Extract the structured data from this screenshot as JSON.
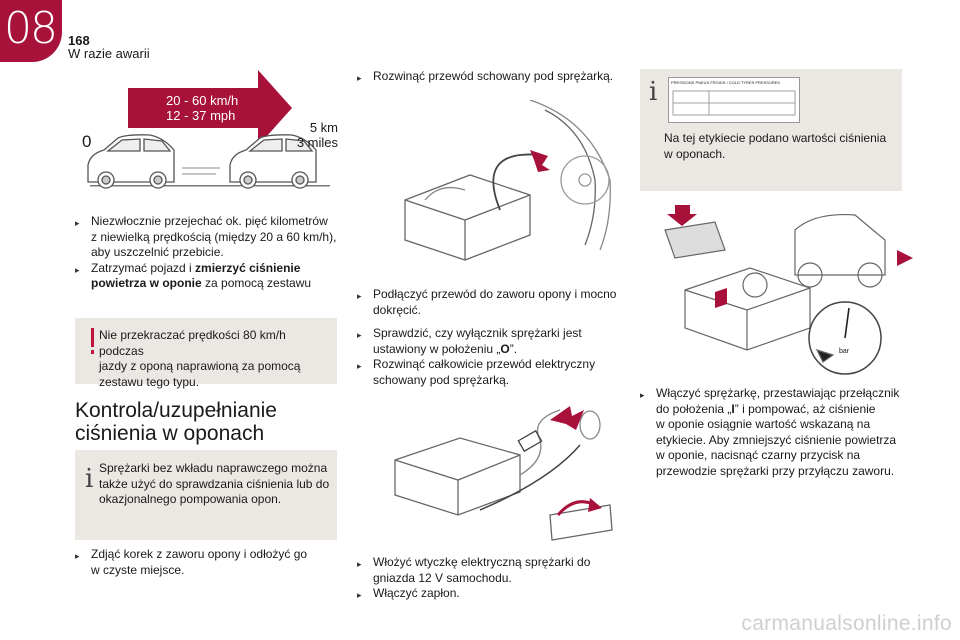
{
  "header": {
    "chapter": "08",
    "page_number": "168",
    "section": "W razie awarii"
  },
  "speed_panel": {
    "speed_kmh": "20 - 60 km/h",
    "speed_mph": "12 - 37 mph",
    "start": "0",
    "dist_km": "5 km",
    "dist_miles": "3 miles"
  },
  "col1": {
    "b1_a": "Niezwłocznie przejechać ok. pięć kilometrów",
    "b1_b": "z niewielką prędkością (między 20 a 60 km/h),",
    "b1_c": "aby uszczelnić przebicie.",
    "b2_a": "Zatrzymać pojazd i ",
    "b2_bold1": "zmierzyć ciśnienie",
    "b2_bold2": "powietrza w oponie",
    "b2_c": " za pomocą zestawu",
    "warn_1": "Nie przekraczać prędkości 80 km/h podczas",
    "warn_2": "jazdy z oponą naprawioną za pomocą",
    "warn_3": "zestawu tego typu.",
    "heading_1": "Kontrola/uzupełnianie",
    "heading_2": "ciśnienia w oponach",
    "info_1": "Sprężarki bez wkładu naprawczego można",
    "info_2": "także użyć do sprawdzania ciśnienia lub do",
    "info_3": "okazjonalnego pompowania opon.",
    "b3_a": "Zdjąć korek z zaworu opony i odłożyć go",
    "b3_b": "w czyste miejsce."
  },
  "col2": {
    "b1": "Rozwinąć przewód schowany pod sprężarką.",
    "b2_a": "Podłączyć przewód do zaworu opony i mocno",
    "b2_b": "dokręcić.",
    "b3_a": "Sprawdzić, czy wyłącznik sprężarki jest",
    "b3_b": "ustawiony w położeniu „",
    "b3_bold": "O",
    "b3_c": "”.",
    "b4_a": "Rozwinąć całkowicie przewód elektryczny",
    "b4_b": "schowany pod sprężarką.",
    "b5_a": "Włożyć wtyczkę elektryczną sprężarki do",
    "b5_b": "gniazda 12 V samochodu.",
    "b6": "Włączyć zapłon."
  },
  "col3": {
    "label_title": "PRESSIONS PNEUS FROIDS / COLD TYRES PRESSURES",
    "info_1": "Na tej etykiecie podano wartości ciśnienia",
    "info_2": "w oponach.",
    "b1_a": "Włączyć sprężarkę, przestawiając przełącznik",
    "b1_b": "do położenia „",
    "b1_bold": "I",
    "b1_c": "” i pompować, aż ciśnienie",
    "b1_d": "w oponie osiągnie wartość wskazaną na",
    "b1_e": "etykiecie. Aby zmniejszyć ciśnienie powietrza",
    "b1_f": "w oponie, nacisnąć czarny przycisk na",
    "b1_g": "przewodzie sprężarki przy przyłączu zaworu.",
    "gauge_unit": "bar"
  },
  "bullet_symbol": "",
  "watermark": "carmanualsonline.info",
  "colors": {
    "brand": "#a8113a",
    "box_bg": "#ebe7e3",
    "warn": "#c0143c"
  }
}
